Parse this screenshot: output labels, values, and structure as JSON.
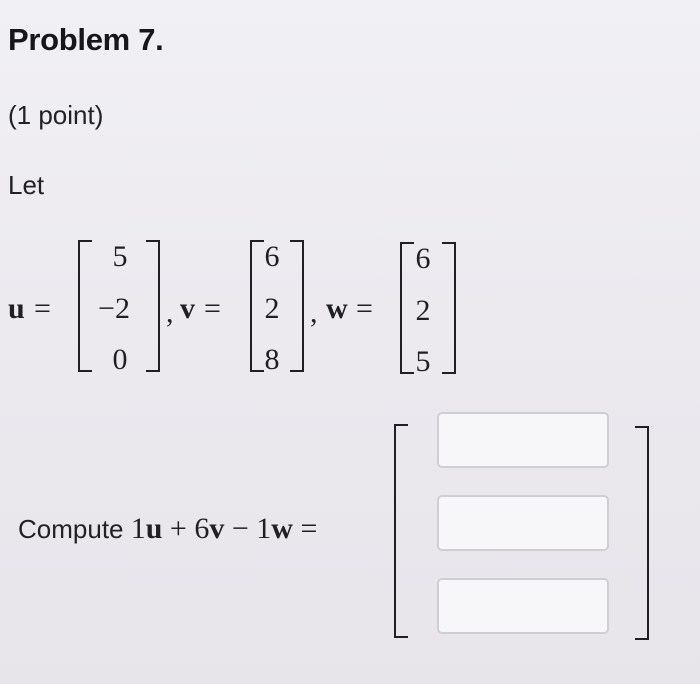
{
  "problem": {
    "title": "Problem 7.",
    "points": "(1 point)",
    "intro": "Let"
  },
  "vectors": {
    "u": {
      "label": "u",
      "values": [
        "5",
        "−2",
        "0"
      ]
    },
    "v": {
      "label": "v",
      "values": [
        "6",
        "2",
        "8"
      ]
    },
    "w": {
      "label": "w",
      "values": [
        "6",
        "2",
        "5"
      ]
    }
  },
  "symbols": {
    "equals": "=",
    "comma": ","
  },
  "question": {
    "prefix": "Compute ",
    "c1": "1",
    "u": "u",
    "op1": " + ",
    "c2": "6",
    "v": "v",
    "op2": " − ",
    "c3": "1",
    "w": "w",
    "equals": " ="
  },
  "answers": {
    "entry1": "",
    "entry2": "",
    "entry3": ""
  }
}
